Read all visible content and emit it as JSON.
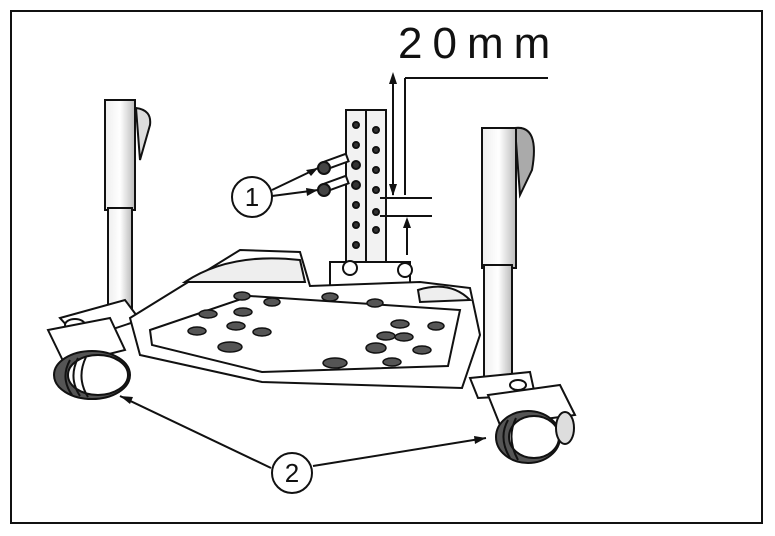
{
  "dimension": {
    "label": "20mm"
  },
  "callouts": [
    {
      "number": "1"
    },
    {
      "number": "2"
    }
  ],
  "colors": {
    "line": "#111111",
    "fill": "#ffffff",
    "shade": "#d8d8d8",
    "dark": "#333333"
  }
}
